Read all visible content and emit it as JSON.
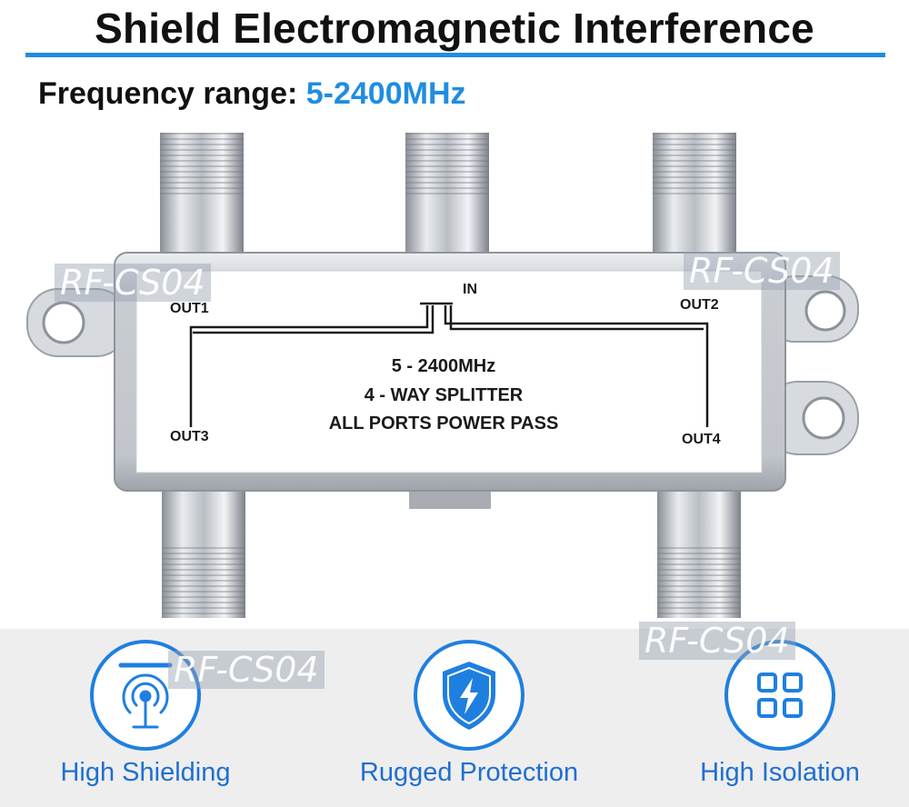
{
  "header": {
    "title": "Shield Electromagnetic Interference",
    "frequency_label": "Frequency range: ",
    "frequency_value": "5-2400MHz"
  },
  "device": {
    "in_label": "IN",
    "out1_label": "OUT1",
    "out2_label": "OUT2",
    "out3_label": "OUT3",
    "out4_label": "OUT4",
    "spec_line1": "5 - 2400MHz",
    "spec_line2": "4 - WAY SPLITTER",
    "spec_line3": "ALL PORTS POWER PASS"
  },
  "watermarks": [
    "RF-CS04",
    "RF-CS04",
    "RF-CS04",
    "RF-CS04"
  ],
  "features": [
    {
      "icon": "antenna-icon",
      "label": "High Shielding"
    },
    {
      "icon": "shield-lightning-icon",
      "label": "Rugged Protection"
    },
    {
      "icon": "grid-squares-icon",
      "label": "High Isolation"
    }
  ],
  "colors": {
    "accent": "#1f8de0",
    "feature_text": "#1f6fd0",
    "band": "#eeeeee"
  }
}
